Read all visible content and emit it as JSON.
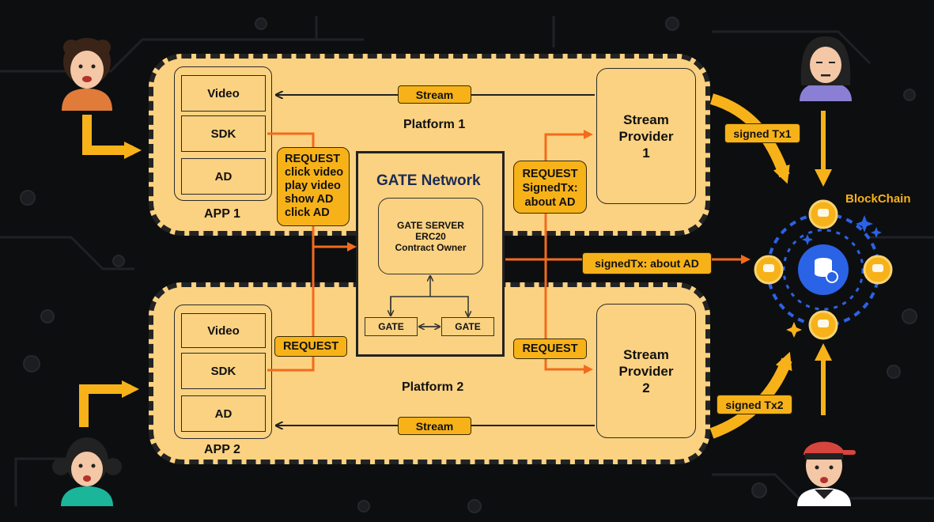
{
  "platform1": {
    "title": "Platform 1",
    "app": {
      "label": "APP 1",
      "items": [
        "Video",
        "SDK",
        "AD"
      ]
    },
    "stream_label": "Stream",
    "provider": "Stream\nProvider\n1"
  },
  "platform2": {
    "title": "Platform 2",
    "app": {
      "label": "APP 2",
      "items": [
        "Video",
        "SDK",
        "AD"
      ]
    },
    "stream_label": "Stream",
    "provider": "Stream\nProvider\n2"
  },
  "request_box_app1": [
    "REQUEST",
    "click video",
    "play video",
    "show AD",
    "click AD"
  ],
  "request_box_app2": "REQUEST",
  "request_box_provider1": [
    "REQUEST",
    "SignedTx:",
    "about AD"
  ],
  "request_box_provider2": "REQUEST",
  "gate_network": {
    "title": "GATE Network",
    "server_lines": [
      "GATE SERVER",
      "ERC20",
      "Contract Owner"
    ],
    "nodes": [
      "GATE",
      "GATE"
    ]
  },
  "signed_tx_label": "signedTx:  about AD",
  "signed_tx1": "signed Tx1",
  "signed_tx2": "signed Tx2",
  "blockchain_label": "BlockChain",
  "colors": {
    "platform_fill": "#fbd281",
    "tag_fill": "#f7b21a",
    "arrow_orange": "#f26b1d",
    "arrow_yellow": "#f7b21a",
    "blockchain_blue": "#2b63e6"
  }
}
